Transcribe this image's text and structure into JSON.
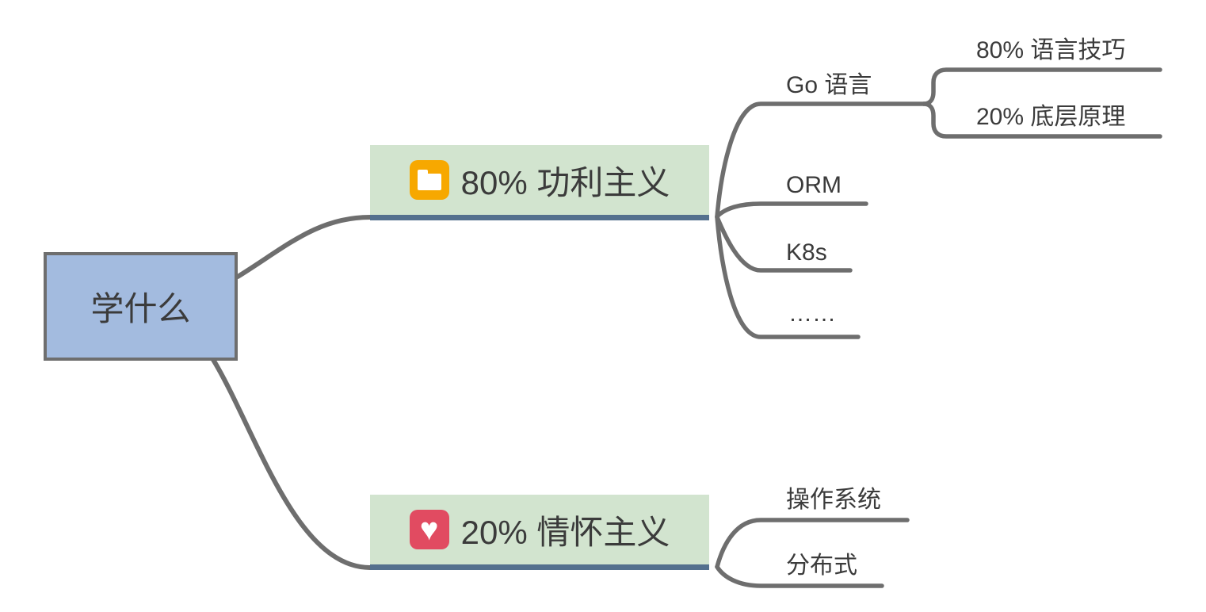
{
  "colors": {
    "text": "#3B3B3B",
    "edge": "#6E6E6E",
    "root_fill": "#A3BBDF",
    "root_border": "#6E6E6E",
    "branch_fill": "#D2E4CF",
    "branch_underline": "#54708E",
    "icon_folder_bg": "#F7A800",
    "icon_heart_bg": "#E14B61",
    "icon_glyph": "#FFFFFF"
  },
  "icons": {
    "heart_glyph": "♥"
  },
  "mindmap": {
    "root": {
      "label": "学什么"
    },
    "branches": [
      {
        "label": "80% 功利主义",
        "icon": "folder-icon",
        "children": [
          {
            "label": "Go 语言",
            "children": [
              {
                "label": "80% 语言技巧"
              },
              {
                "label": "20% 底层原理"
              }
            ]
          },
          {
            "label": "ORM"
          },
          {
            "label": "K8s"
          },
          {
            "label": "……"
          }
        ]
      },
      {
        "label": "20% 情怀主义",
        "icon": "heart-icon",
        "children": [
          {
            "label": "操作系统"
          },
          {
            "label": "分布式"
          }
        ]
      }
    ]
  }
}
